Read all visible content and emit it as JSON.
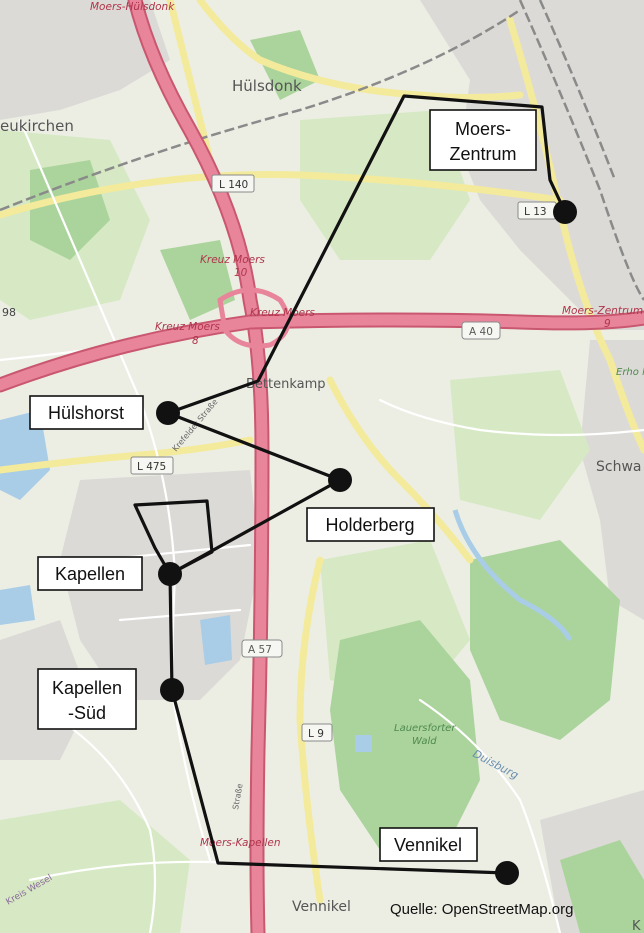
{
  "colors": {
    "land": "#eceee4",
    "urban": "#dcdad6",
    "green_light": "#d2e8c0",
    "forest": "#abd49c",
    "water": "#a9cde6",
    "motorway": "#e46e8a",
    "primary_road": "#f6efb0",
    "railway": "#7c7c7c",
    "route_line": "#111111"
  },
  "map_labels": {
    "top_cut": "Moers-Hülsdonk",
    "huelsdonk": "Hülsdonk",
    "neukirchen": "eukirchen",
    "kreuz_moers_upper": "Kreuz Moers",
    "kreuz_moers_upper_num": "10",
    "kreuz_moers_left": "Kreuz Moers",
    "kreuz_moers_left_num": "8",
    "kreuz_moers_center": "Kreuz Moers",
    "moers_zentrum_road": "Moers-Zentrum",
    "moers_zentrum_road_num": "9",
    "bettenkamp": "Bettenkamp",
    "schwa": "Schwa",
    "louisendorf": "Lauersforter",
    "louisendorf2": "Wald",
    "duisburg": "Duisburg",
    "moers_kapellen_road": "Moers-Kapellen",
    "vennikel_map": "Vennikel",
    "krefelder_strasse": "Krefelder Straße",
    "road_98": "98",
    "schacht_strasse": "Straße",
    "kreis_wesel": "Kreis Wesel",
    "k_edge": "K",
    "erholung": "Erho lung"
  },
  "road_shields": {
    "l140": "L 140",
    "l13": "L 13",
    "a40": "A 40",
    "l475": "L 475",
    "a57": "A 57",
    "l9": "L 9"
  },
  "stops": {
    "moers_zentrum_line1": "Moers-",
    "moers_zentrum_line2": "Zentrum",
    "huelshorst": "Hülshorst",
    "holderberg": "Holderberg",
    "kapellen": "Kapellen",
    "kapellen_sued_line1": "Kapellen",
    "kapellen_sued_line2": "-Süd",
    "vennikel": "Vennikel"
  },
  "attribution": "Quelle: OpenStreetMap.org"
}
